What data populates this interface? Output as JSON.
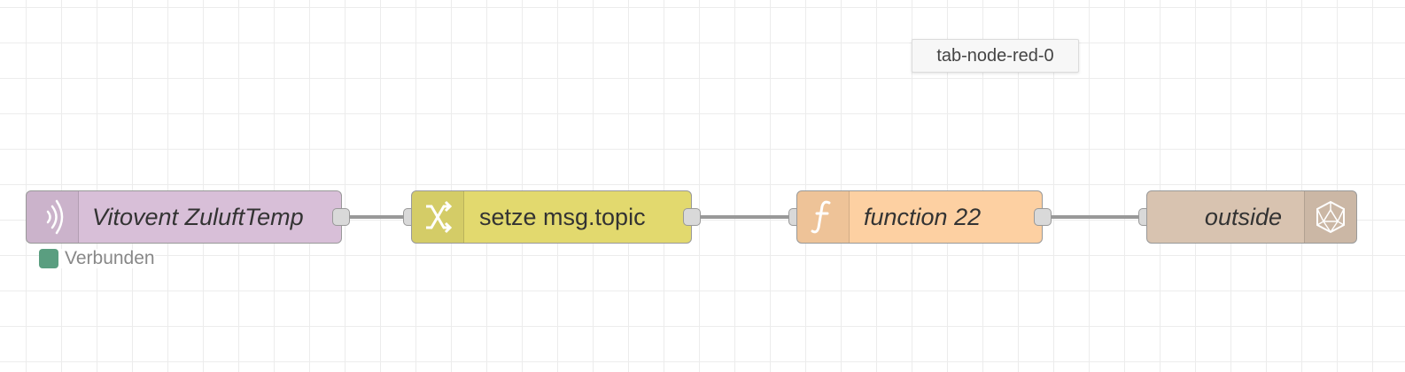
{
  "flow": {
    "tab_label": "tab-node-red-0",
    "nodes": [
      {
        "label": "Vitovent ZuluftTemp",
        "type": "mqtt-in",
        "icon": "radio-waves-icon",
        "color": "#d8bfd8"
      },
      {
        "label": "setze msg.topic",
        "type": "change",
        "icon": "shuffle-icon",
        "color": "#e2d96e"
      },
      {
        "label": "function 22",
        "type": "function",
        "icon": "function-f-icon",
        "color": "#fdd0a2"
      },
      {
        "label": "outside",
        "type": "link-out",
        "icon": "polyhedron-icon",
        "color": "#d8c3b0"
      }
    ],
    "status": {
      "text": "Verbunden",
      "color": "#5a9e80"
    }
  }
}
